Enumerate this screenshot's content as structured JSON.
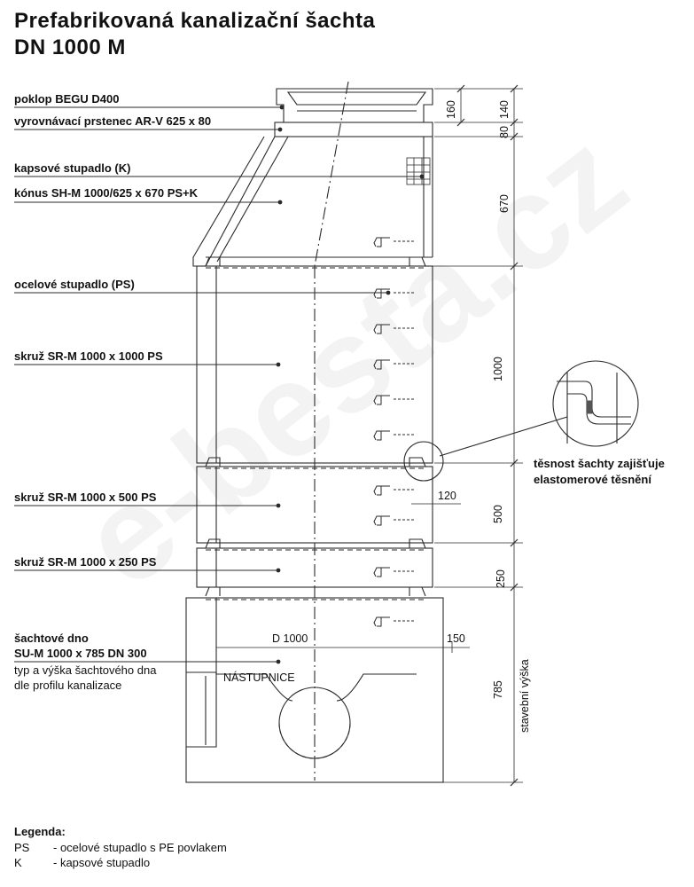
{
  "title": {
    "line1": "Prefabrikovaná kanalizační šachta",
    "line2": "DN 1000 M"
  },
  "watermark": "e-besta.cz",
  "components": {
    "poklop": "poklop BEGU D400",
    "prstenec": "vyrovnávací prstenec AR-V 625 x 80",
    "kapsove": "kapsové stupadlo (K)",
    "konus": "kónus SH-M 1000/625 x 670 PS+K",
    "ocelove": "ocelové stupadlo (PS)",
    "skruz1000": "skruž SR-M 1000 x 1000 PS",
    "skruz500": "skruž SR-M 1000 x 500 PS",
    "skruz250": "skruž SR-M 1000 x 250 PS",
    "dno1": "šachtové dno",
    "dno2": "SU-M 1000 x 785 DN 300",
    "dno3": "typ a výška šachtového dna",
    "dno4": "dle profilu kanalizace"
  },
  "dimensions": {
    "d160": "160",
    "d140": "140",
    "d80": "80",
    "d670": "670",
    "d1000": "1000",
    "d500": "500",
    "d250": "250",
    "d785": "785",
    "d120": "120",
    "d150": "150",
    "diameter": "D 1000",
    "stavebni": "stavební výška",
    "nastupnice": "NÁSTUPNICE"
  },
  "detail_callout": {
    "line1": "těsnost šachty zajišťuje",
    "line2": "elastomerové těsnění"
  },
  "legend": {
    "heading": "Legenda:",
    "rows": [
      {
        "key": "PS",
        "text": "- ocelové stupadlo s PE povlakem"
      },
      {
        "key": "K",
        "text": "- kapsové stupadlo"
      }
    ]
  },
  "colors": {
    "line": "#2a2a2a",
    "seal": "#555555"
  }
}
